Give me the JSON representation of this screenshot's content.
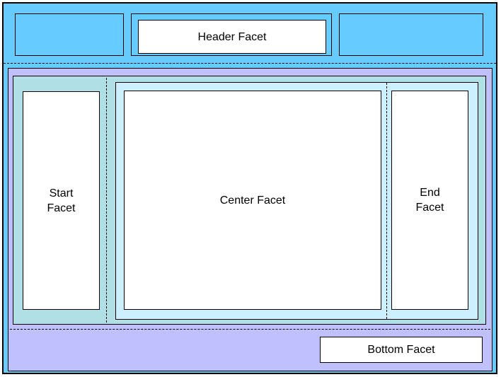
{
  "facets": {
    "header": "Header Facet",
    "start_line1": "Start",
    "start_line2": "Facet",
    "center": "Center Facet",
    "end_line1": "End",
    "end_line2": "Facet",
    "bottom": "Bottom Facet"
  },
  "colors": {
    "header_bg": "#66ccff",
    "main_bg": "#c0c0ff",
    "start_region_bg": "#b0e0e6",
    "center_region_bg": "#ccf0ff",
    "facet_bg": "#ffffff",
    "border": "#000000"
  }
}
